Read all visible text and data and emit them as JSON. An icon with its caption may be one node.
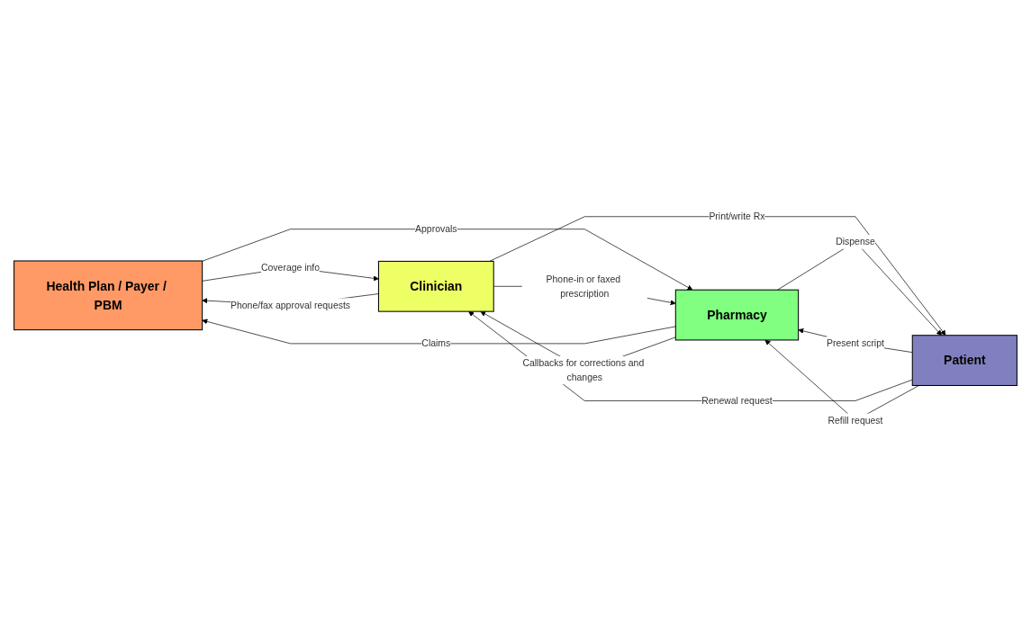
{
  "diagram": {
    "nodes": [
      {
        "text": [
          "Health Plan / Payer / PBM"
        ]
      },
      {
        "text": [
          "Clinician"
        ]
      },
      {
        "text": [
          "Pharmacy"
        ]
      },
      {
        "text": [
          "Patient"
        ]
      }
    ],
    "edges": [
      {
        "from": 1,
        "to": 0,
        "arrow": "to",
        "label": "Phone/fax approval requests"
      },
      {
        "from": 0,
        "to": 1,
        "arrow": "to",
        "label": "Coverage info"
      },
      {
        "from": 0,
        "to": 2,
        "arrow": "to",
        "label": "Approvals"
      },
      {
        "from": 2,
        "to": 0,
        "arrow": "to",
        "label": "Claims"
      },
      {
        "from": 1,
        "to": 2,
        "arrow": "to",
        "label": "Phone-in or faxed prescription"
      },
      {
        "from": 2,
        "to": 1,
        "arrow": "to",
        "label": "Callbacks for corrections and changes"
      },
      {
        "from": 1,
        "to": 3,
        "arrow": "to",
        "label": "Print/write Rx"
      },
      {
        "from": 3,
        "to": 2,
        "arrow": "to",
        "label": "Present script"
      },
      {
        "from": 2,
        "to": 3,
        "arrow": "to",
        "label": "Dispense"
      },
      {
        "from": 3,
        "to": 1,
        "arrow": "to",
        "label": "Renewal request"
      },
      {
        "from": 3,
        "to": 2,
        "arrow": "to",
        "label": "Refill request"
      }
    ]
  }
}
